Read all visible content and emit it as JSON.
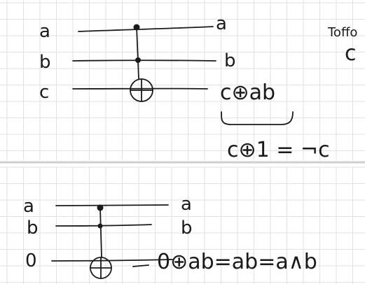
{
  "page": {
    "background": "#ffffff",
    "grid_color": "#e2e2e2",
    "ink_color": "#1a1a1a",
    "separator_color": "#d0d0d0"
  },
  "top_circuit": {
    "inputs": [
      "a",
      "b",
      "c"
    ],
    "outputs": [
      "a",
      "b",
      "c⊕ab"
    ],
    "underline_note": "",
    "identity": "c⊕1 = ¬c",
    "side_title": "Toffo",
    "side_letter": "c"
  },
  "bottom_circuit": {
    "inputs": [
      "a",
      "b",
      "0"
    ],
    "outputs": [
      "a",
      "b"
    ],
    "result": "0⊕ab=ab=a∧b"
  }
}
